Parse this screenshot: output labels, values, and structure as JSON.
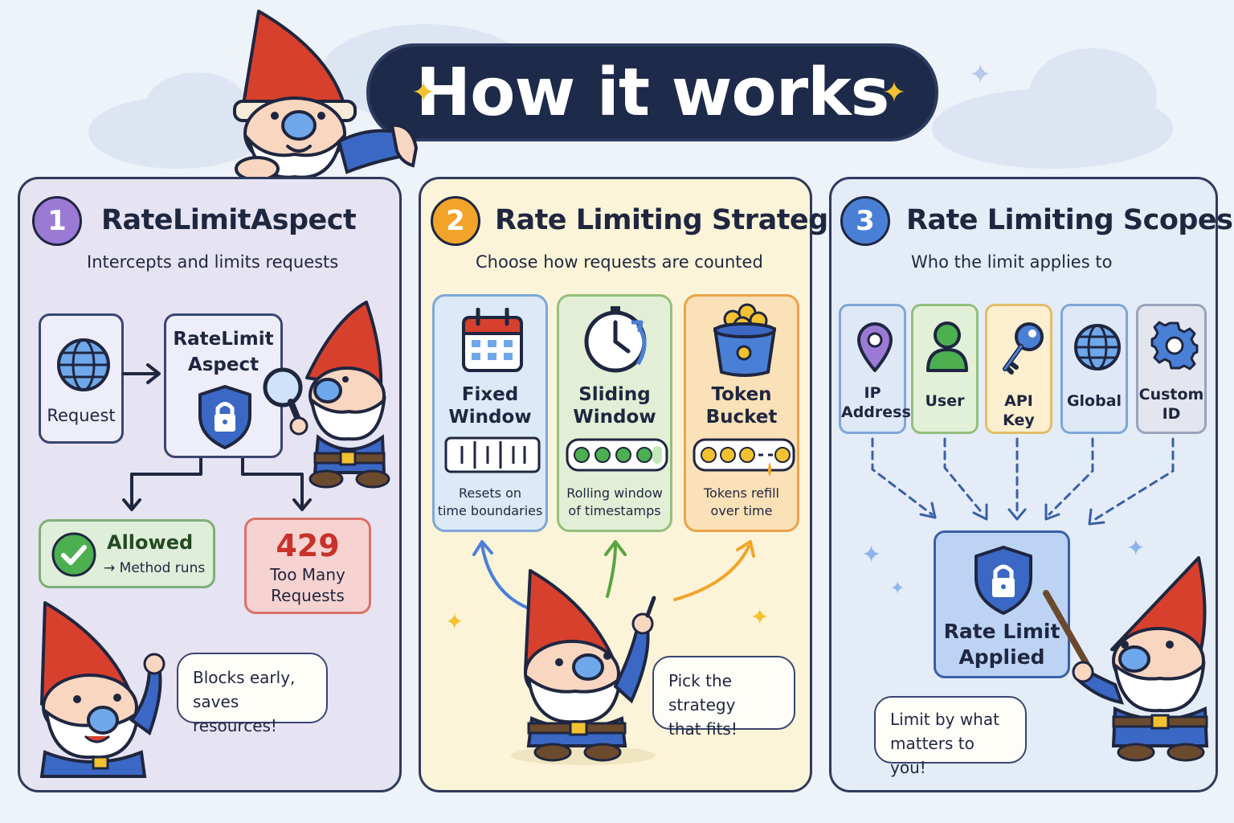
{
  "header": {
    "title": "How it works"
  },
  "panel1": {
    "number": "1",
    "title": "RateLimitAspect",
    "subtitle": "Intercepts and limits requests",
    "request_label": "Request",
    "aspect_line1": "RateLimit",
    "aspect_line2": "Aspect",
    "allowed_title": "Allowed",
    "allowed_sub": "→ Method runs",
    "blocked_code": "429",
    "blocked_line1": "Too Many",
    "blocked_line2": "Requests",
    "bubble_line1": "Blocks early,",
    "bubble_line2": "saves resources!"
  },
  "panel2": {
    "number": "2",
    "title": "Rate Limiting Strategies",
    "subtitle": "Choose how requests are counted",
    "strategies": [
      {
        "name1": "Fixed",
        "name2": "Window",
        "desc1": "Resets on",
        "desc2": "time boundaries"
      },
      {
        "name1": "Sliding",
        "name2": "Window",
        "desc1": "Rolling window",
        "desc2": "of timestamps"
      },
      {
        "name1": "Token",
        "name2": "Bucket",
        "desc1": "Tokens refill",
        "desc2": "over time"
      }
    ],
    "bubble_line1": "Pick the strategy",
    "bubble_line2": "that fits!"
  },
  "panel3": {
    "number": "3",
    "title": "Rate Limiting Scopes",
    "subtitle": "Who the limit applies to",
    "scopes": [
      {
        "line1": "IP",
        "line2": "Address"
      },
      {
        "line1": "User",
        "line2": ""
      },
      {
        "line1": "API Key",
        "line2": ""
      },
      {
        "line1": "Global",
        "line2": ""
      },
      {
        "line1": "Custom",
        "line2": "ID"
      }
    ],
    "applied_line1": "Rate Limit",
    "applied_line2": "Applied",
    "bubble_line1": "Limit by what",
    "bubble_line2": "matters to you!"
  },
  "colors": {
    "navy": "#1e2a4a",
    "purple": "#9b7ad6",
    "orange": "#f2a42a",
    "blue": "#4a7fd6",
    "green": "#4caf50",
    "red": "#d9423a",
    "gnome_hat": "#d8402e",
    "gnome_coat": "#3b68c4"
  }
}
